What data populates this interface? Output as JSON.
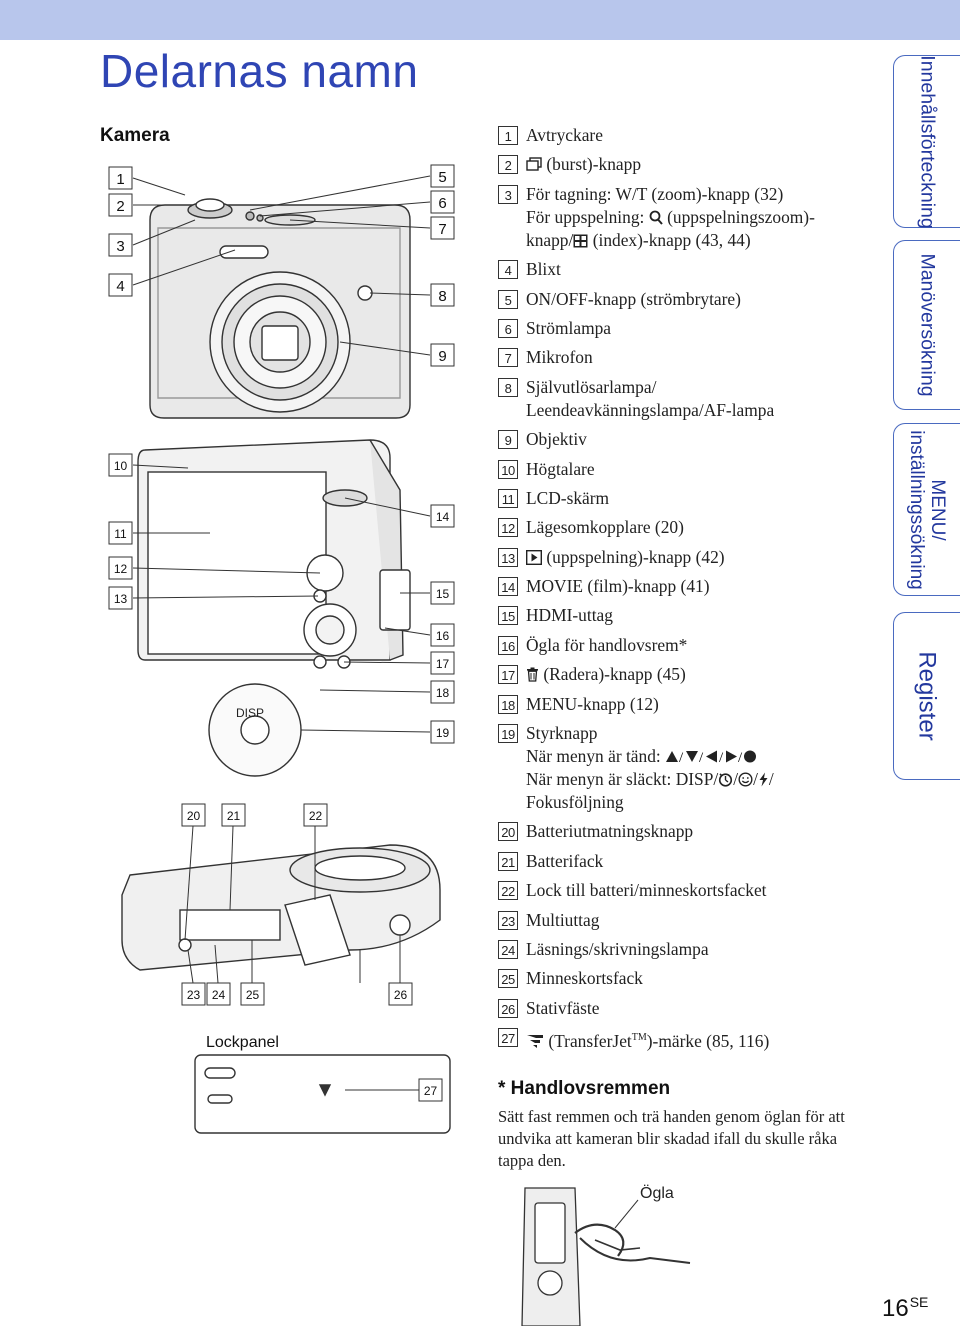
{
  "page": {
    "title": "Delarnas namn",
    "section": "Kamera",
    "page_number": "16",
    "page_lang": "SE"
  },
  "tabs": [
    {
      "label": "Innehållsförteckning"
    },
    {
      "label": "Manöversökning"
    },
    {
      "label_line1": "MENU/",
      "label_line2": "inställningssökning"
    },
    {
      "label": "Register"
    }
  ],
  "illustration": {
    "callouts": [
      "1",
      "2",
      "3",
      "4",
      "5",
      "6",
      "7",
      "8",
      "9",
      "10",
      "11",
      "12",
      "13",
      "14",
      "15",
      "16",
      "17",
      "18",
      "19",
      "20",
      "21",
      "22",
      "23",
      "24",
      "25",
      "26",
      "27"
    ],
    "disp_label": "DISP",
    "lockpanel_label": "Lockpanel",
    "strap_label": "Ögla"
  },
  "parts": [
    {
      "num": "1",
      "lines": [
        "Avtryckare"
      ]
    },
    {
      "num": "2",
      "lines": [
        "(burst)-knapp"
      ],
      "icon": "burst-icon"
    },
    {
      "num": "3",
      "lines": [
        "För tagning: W/T (zoom)-knapp (32)",
        "För uppspelning:",
        "(uppspelningszoom)-",
        "knapp/",
        "(index)-knapp (43, 44)"
      ]
    },
    {
      "num": "4",
      "lines": [
        "Blixt"
      ]
    },
    {
      "num": "5",
      "lines": [
        "ON/OFF-knapp (strömbrytare)"
      ]
    },
    {
      "num": "6",
      "lines": [
        "Strömlampa"
      ]
    },
    {
      "num": "7",
      "lines": [
        "Mikrofon"
      ]
    },
    {
      "num": "8",
      "lines": [
        "Självutlösarlampa/",
        "Leendeavkänningslampa/AF-lampa"
      ]
    },
    {
      "num": "9",
      "lines": [
        "Objektiv"
      ]
    },
    {
      "num": "10",
      "lines": [
        "Högtalare"
      ]
    },
    {
      "num": "11",
      "lines": [
        "LCD-skärm"
      ]
    },
    {
      "num": "12",
      "lines": [
        "Lägesomkopplare (20)"
      ]
    },
    {
      "num": "13",
      "lines": [
        "(uppspelning)-knapp (42)"
      ],
      "icon": "playback-icon"
    },
    {
      "num": "14",
      "lines": [
        "MOVIE (film)-knapp (41)"
      ]
    },
    {
      "num": "15",
      "lines": [
        "HDMI-uttag"
      ]
    },
    {
      "num": "16",
      "lines": [
        "Ögla för handlovsrem*"
      ]
    },
    {
      "num": "17",
      "lines": [
        "(Radera)-knapp (45)"
      ],
      "icon": "trash-icon"
    },
    {
      "num": "18",
      "lines": [
        "MENU-knapp (12)"
      ]
    },
    {
      "num": "19",
      "lines": [
        "Styrknapp",
        "När menyn är tänd:",
        "När menyn är släckt: DISP/",
        "/",
        "/",
        "/",
        "Fokusföljning"
      ]
    },
    {
      "num": "20",
      "lines": [
        "Batteriutmatningsknapp"
      ]
    },
    {
      "num": "21",
      "lines": [
        "Batterifack"
      ]
    },
    {
      "num": "22",
      "lines": [
        "Lock till batteri/minneskortsfacket"
      ]
    },
    {
      "num": "23",
      "lines": [
        "Multiuttag"
      ]
    },
    {
      "num": "24",
      "lines": [
        "Läsnings/skrivningslampa"
      ]
    },
    {
      "num": "25",
      "lines": [
        "Minneskortsfack"
      ]
    },
    {
      "num": "26",
      "lines": [
        "Stativfäste"
      ]
    },
    {
      "num": "27",
      "lines": [
        "(TransferJet",
        "TM",
        ")-märke (85, 116)"
      ],
      "icon": "transferjet-icon"
    }
  ],
  "note": {
    "title": "* Handlovsremmen",
    "body": "Sätt fast remmen och trä handen genom öglan för att undvika att kameran blir skadad ifall du skulle råka tappa den."
  }
}
